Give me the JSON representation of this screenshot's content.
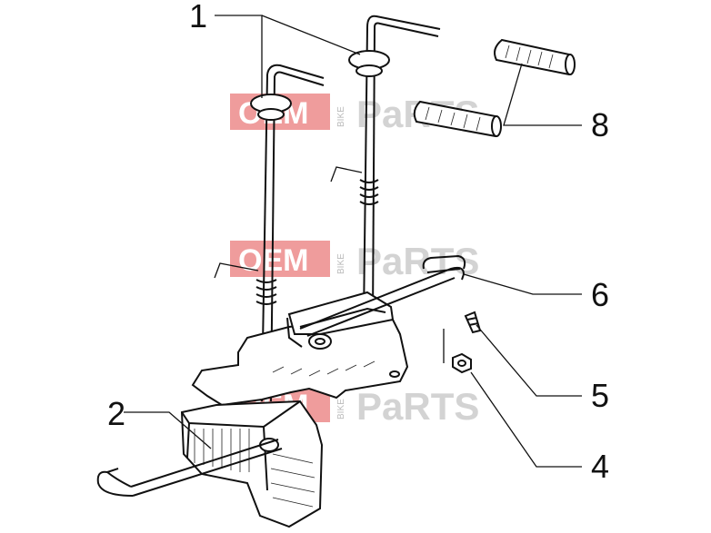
{
  "callouts": {
    "c1": "1",
    "c2": "2",
    "c4": "4",
    "c5": "5",
    "c6": "6",
    "c8": "8"
  },
  "watermark": {
    "brand": "OEM",
    "side": "BIKE",
    "suffix": "PaRTS",
    "color_block": "#e24b4b",
    "color_parts": "#c9c9c9"
  }
}
